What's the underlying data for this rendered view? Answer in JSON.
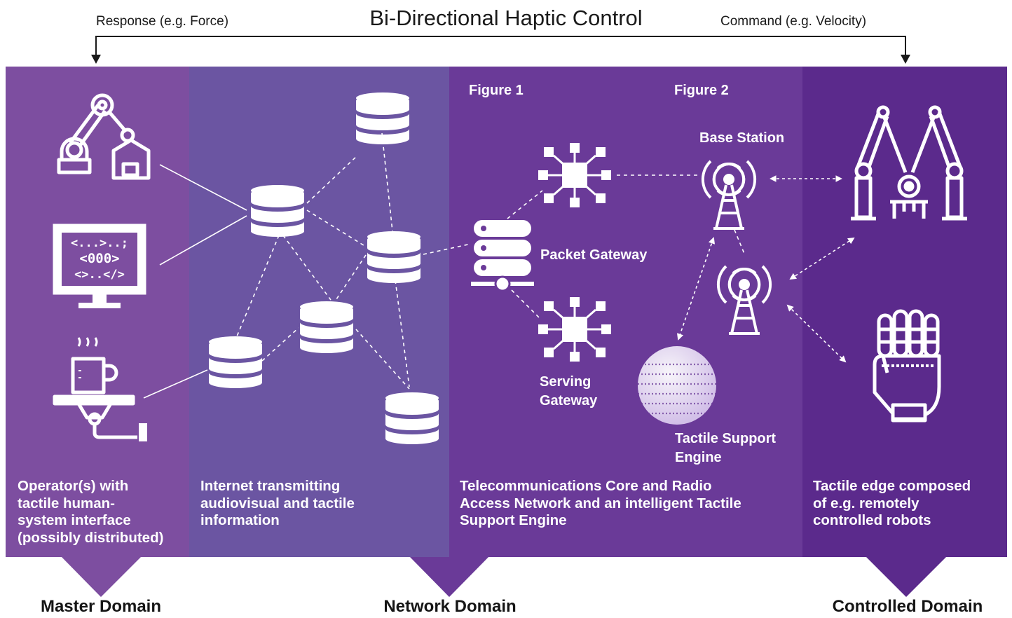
{
  "header": {
    "title": "Bi-Directional Haptic Control",
    "response_label": "Response (e.g. Force)",
    "command_label": "Command (e.g. Velocity)"
  },
  "figure_labels": {
    "figure1": "Figure 1",
    "figure2": "Figure 2"
  },
  "nodes": {
    "base_station": "Base Station",
    "packet_gateway": "Packet Gateway",
    "serving_gateway_line1": "Serving",
    "serving_gateway_line2": "Gateway",
    "tactile_engine_line1": "Tactile Support",
    "tactile_engine_line2": "Engine"
  },
  "panels": [
    {
      "id": "master",
      "color": "#7d4ea0",
      "desc_lines": [
        "Operator(s) with",
        "tactile human-",
        "system interface",
        "(possibly distributed)"
      ]
    },
    {
      "id": "internet",
      "color": "#6b55a2",
      "desc_lines": [
        "Internet transmitting",
        "audiovisual and tactile",
        "information"
      ]
    },
    {
      "id": "telecom",
      "color": "#6a3a98",
      "desc_lines": [
        "Telecommunications Core and Radio",
        "Access Network and an intelligent Tactile",
        "Support Engine"
      ]
    },
    {
      "id": "controlled",
      "color": "#5b2a8c",
      "desc_lines": [
        "Tactile edge composed",
        "of e.g. remotely",
        "controlled robots"
      ]
    }
  ],
  "domains": {
    "master": "Master Domain",
    "network": "Network Domain",
    "controlled": "Controlled Domain"
  },
  "icons": [
    "robot-arm-icon",
    "computer-code-icon",
    "tea-tray-robot-icon",
    "database-icon",
    "network-hub-icon",
    "server-rack-icon",
    "radio-tower-icon",
    "dotted-sphere-icon",
    "dual-robot-arm-icon",
    "robotic-hand-icon"
  ]
}
